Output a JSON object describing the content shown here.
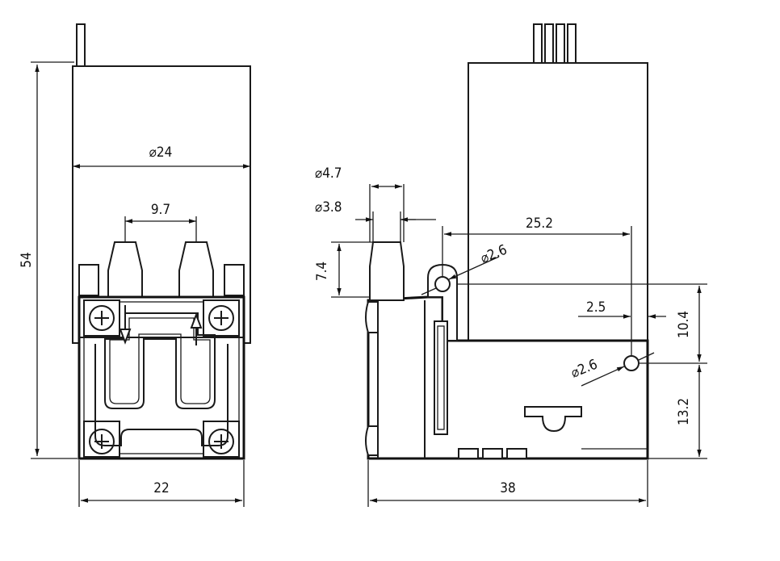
{
  "diagram": {
    "front_view": {
      "dimensions": {
        "height": "54",
        "outer_diameter": "⌀24",
        "port_spacing": "9.7",
        "base_width": "22"
      }
    },
    "side_view": {
      "dimensions": {
        "port_outer_diameter": "⌀4.7",
        "port_inner_diameter": "⌀3.8",
        "port_height": "7.4",
        "hole_spacing": "25.2",
        "top_hole": "⌀2.6",
        "hole_offset": "2.5",
        "hole_vertical_spacing": "10.4",
        "bottom_hole": "⌀2.6",
        "hole_height": "13.2",
        "overall_length": "38"
      }
    }
  }
}
